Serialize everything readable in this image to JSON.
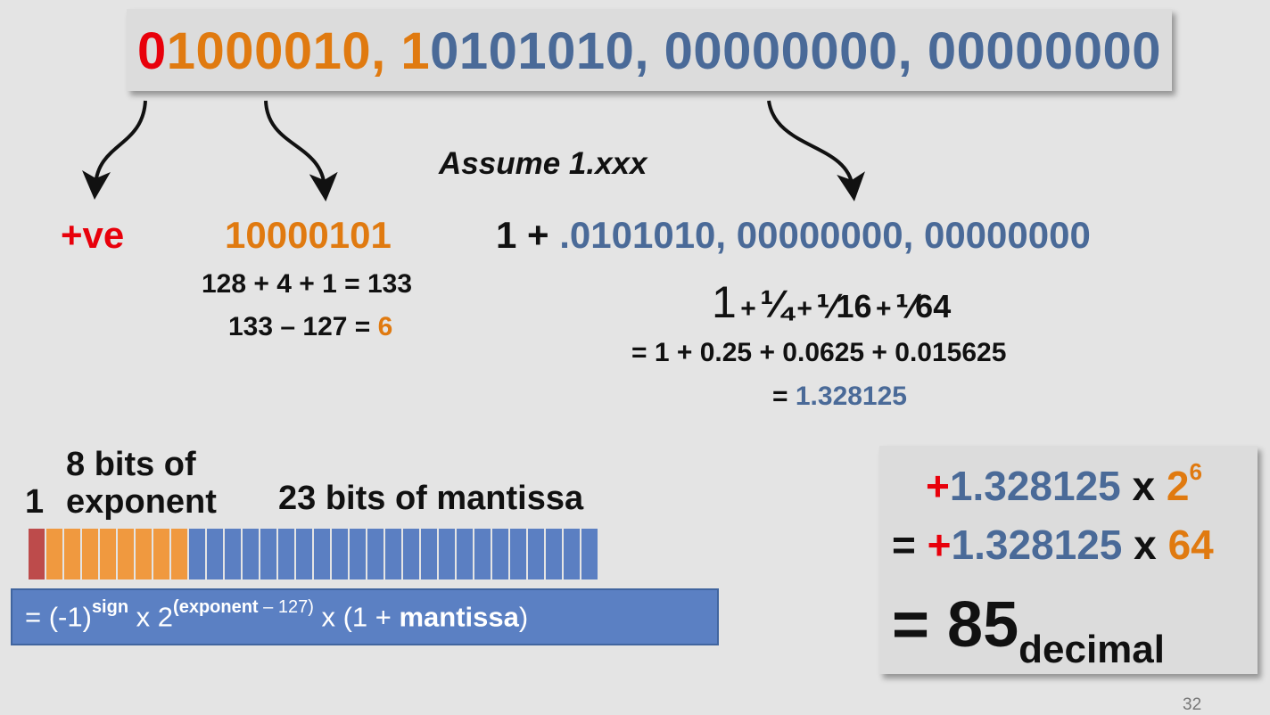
{
  "top": {
    "sign_bit": "0",
    "exponent_bits": "1000010, 1",
    "mantissa_bits": "0101010, 00000000, 00000000"
  },
  "assume_label": "Assume 1.xxx",
  "sign": {
    "value": "+ve"
  },
  "exponent": {
    "binary": "10000101",
    "calc1": "128 + 4 + 1 = 133",
    "calc2_prefix": "133 – 127 = ",
    "calc2_value": "6"
  },
  "mantissa": {
    "prefix": "1 + ",
    "bits": ".0101010, 00000000, 00000000",
    "frac_one": "1",
    "plus": "+",
    "frac_quarter": "¼",
    "frac_sixteenth": "⅟16",
    "frac_sixtyfourth": "⅟64",
    "decimal_sum": "= 1 + 0.25 + 0.0625 + 0.015625",
    "result_prefix": "= ",
    "result_value": "1.328125"
  },
  "layout_labels": {
    "sign_count": "1",
    "exponent_label_line1": "8 bits of",
    "exponent_label_line2": "exponent",
    "mantissa_label": "23 bits of mantissa"
  },
  "bit_strip": {
    "sign_bits": 1,
    "exponent_bits": 8,
    "mantissa_bits": 23
  },
  "formula": {
    "part1": "= (-1)",
    "sup1": "sign",
    "part2": " x 2",
    "sup2a": "(exponent",
    "sup2b": " – 127)",
    "part3": " x (1 + ",
    "part3_bold": "mantissa",
    "part4": ")"
  },
  "result": {
    "line1_sign": "+",
    "line1_value": "1.328125",
    "line1_x": " x ",
    "line1_base": "2",
    "line1_exp": "6",
    "line2_eq": "= ",
    "line2_sign": "+",
    "line2_value": "1.328125",
    "line2_x": " x ",
    "line2_pow": "64",
    "line3_eq": "= 85",
    "line3_sub": "decimal"
  },
  "page_number": "32",
  "colors": {
    "sign": "#e8000b",
    "exponent": "#e07a10",
    "mantissa": "#4a6a98"
  }
}
